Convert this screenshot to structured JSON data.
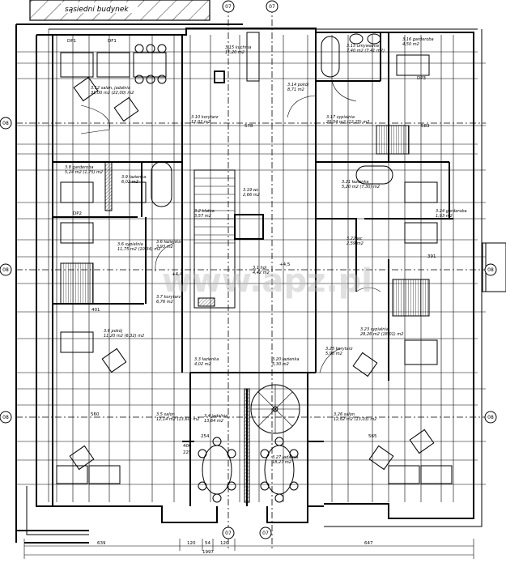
{
  "neighbor_label": "sąsiedni budynek",
  "watermark": "www.apz.pl",
  "axes": {
    "top_a": "07",
    "top_b": "07",
    "bottom_a": "07",
    "bottom_b": "07",
    "left_1": "08",
    "left_2": "08",
    "left_3": "08",
    "right_1": "08",
    "right_2": "08"
  },
  "rooms": [
    {
      "name": "3.12 salon, jadalnia",
      "area": "31,00 m2 (22,00) m2"
    },
    {
      "name": "3.10 korytarz",
      "area": "12,02 m2"
    },
    {
      "name": "3.15 kuchnia",
      "area": "11,20 m2"
    },
    {
      "name": "3.14 pokój",
      "area": "8,71 m2"
    },
    {
      "name": "3.15 umywalnia",
      "area": "7,40 m2 (7,41 m2)"
    },
    {
      "name": "3.16 garderoba",
      "area": "4,50 m2"
    },
    {
      "name": "3.17 sypialnia",
      "area": "20,54 m2 (12,25) m2"
    },
    {
      "name": "3.8 garderoba",
      "area": "5,24 m2 (1,75) m2"
    },
    {
      "name": "3.9 łazienka",
      "area": "6,02 m2"
    },
    {
      "name": "3.6 sypialnia",
      "area": "11,75 m2 (10,34) m2"
    },
    {
      "name": "3.6 łazienka",
      "area": "3,93 m2"
    },
    {
      "name": "3.7 korytarz",
      "area": "6,76 m2"
    },
    {
      "name": "3.6 pokój",
      "area": "11,20 m2 (6,32) m2"
    },
    {
      "name": "3.3 łazienka",
      "area": "4,02 m2"
    },
    {
      "name": "3.20 łazienka",
      "area": "5,30 m2"
    },
    {
      "name": "3.5 salon",
      "area": "12,14 m2 (13,60) m2"
    },
    {
      "name": "3.4 jadalnia",
      "area": "13,64 m2"
    },
    {
      "name": "3.26 salon",
      "area": "12,62 m2 (13,03) m2"
    },
    {
      "name": "3.27 jadalnia",
      "area": "18,27 m2"
    },
    {
      "name": "3.21 łazienka",
      "area": "5,20 m2 (7,30) m2"
    },
    {
      "name": "3.22 wc",
      "area": "2,59 m2"
    },
    {
      "name": "3.23 sypialnia",
      "area": "28,26 m2 (18,01) m2"
    },
    {
      "name": "3.25 korytarz",
      "area": "5,90 m2"
    },
    {
      "name": "3.24 garderoba",
      "area": "1,93 m2"
    },
    {
      "name": "3.19 wc",
      "area": "2,66 m2"
    },
    {
      "name": "3.2 klatka",
      "area": "3,57 m2"
    },
    {
      "name": "3.1 hol",
      "area": "4,42 m2"
    }
  ],
  "dimensions": {
    "bottom_left": "639",
    "bottom_door_a": "120",
    "bottom_mid": "54",
    "bottom_door_b": "120",
    "bottom_right": "647",
    "bottom_total": "1997",
    "d578": "578",
    "d583": "583",
    "d401": "401",
    "d500": "560",
    "d399": "391",
    "d254": "254",
    "d565": "565",
    "d400": "400",
    "d225": "225"
  },
  "markers": {
    "dp1": "DP1",
    "df1": "DF1",
    "dp2": "DP2",
    "dp3": "DP3"
  },
  "levels": {
    "l1": "+4,4",
    "l2": "+4,5"
  }
}
